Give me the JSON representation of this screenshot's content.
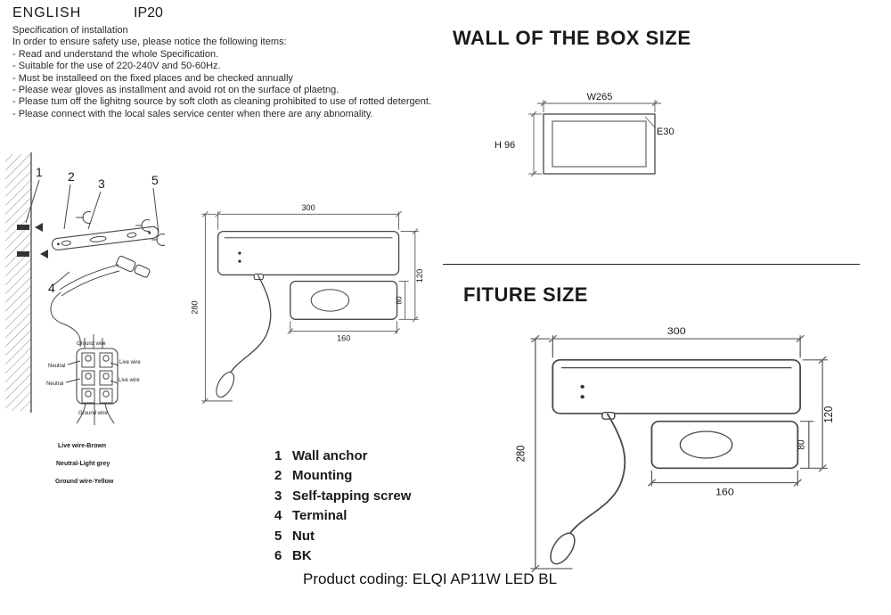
{
  "header": {
    "language": "ENGLISH",
    "ip_rating": "IP20"
  },
  "specification": {
    "title": "Specification of installation",
    "intro": "In order to ensure safety use, please notice the following items:",
    "items": [
      "- Read and understand the whole Specification.",
      "- Suitable for the use of 220-240V and 50-60Hz.",
      "- Must be installeed on the fixed places and be checked annually",
      "- Please wear gloves as installment and avoid rot on the surface of plaetng.",
      "- Please tum off the lighitng source by soft cloth as cleaning prohibited to use of rotted detergent.",
      "- Please connect with the local sales service center when there are any abnomality."
    ]
  },
  "wall_box": {
    "title": "WALL OF THE BOX SIZE",
    "dims": {
      "width": "W265",
      "height": "H 96",
      "edge": "E30"
    }
  },
  "fixture": {
    "title": "FITURE SIZE",
    "dims": {
      "width": "300",
      "height_upper": "120",
      "height_total": "280",
      "switch_height": "80",
      "switch_width": "160"
    }
  },
  "installation": {
    "callouts": [
      "1",
      "2",
      "3",
      "4",
      "5"
    ],
    "terminal_labels": {
      "top": "Ground wire",
      "left_row1": "Neutral",
      "right_row1": "Live wire",
      "left_row2": "Neutral",
      "right_row2": "Live wire",
      "bottom": "Ground wire"
    },
    "wire_colors": [
      "Live wire-Brown",
      "Neutral-Light grey",
      "Ground wire-Yellow"
    ]
  },
  "parts_list": [
    {
      "num": "1",
      "label": "Wall anchor"
    },
    {
      "num": "2",
      "label": "Mounting"
    },
    {
      "num": "3",
      "label": "Self-tapping screw"
    },
    {
      "num": "4",
      "label": "Terminal"
    },
    {
      "num": "5",
      "label": "Nut"
    },
    {
      "num": "6",
      "label": "BK"
    }
  ],
  "footer": {
    "product_coding": "Product coding: ELQI AP11W LED BL"
  }
}
